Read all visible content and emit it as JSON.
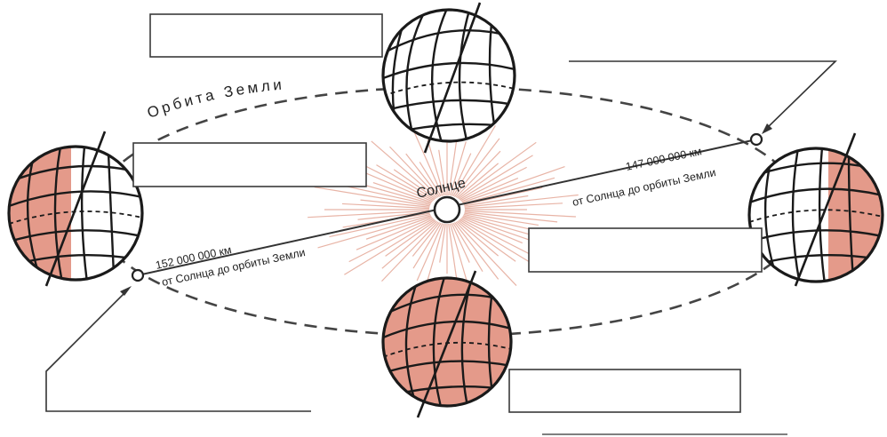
{
  "labels": {
    "orbit": "Орбита Земли",
    "sun": "Солнце",
    "near_distance": "147 000 000 км",
    "near_caption": "от Солнца до орбиты Земли",
    "far_distance": "152 000 000 км",
    "far_caption": "от Солнца до орбиты Земли"
  },
  "answer_boxes": [
    "",
    "",
    "",
    "",
    ""
  ],
  "colors": {
    "lit": "#ffffff",
    "shade": "#e49a8a",
    "ink": "#1a1a1a",
    "sun_rays": "#e8b4a6"
  }
}
